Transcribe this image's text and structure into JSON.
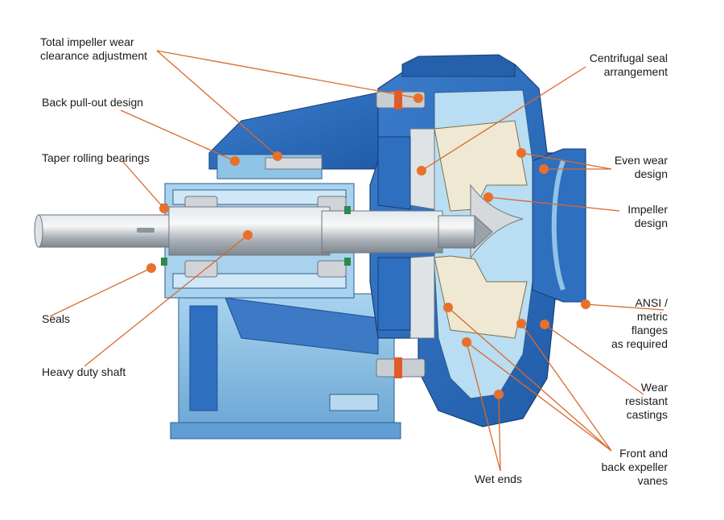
{
  "colors": {
    "pump_blue": "#2f6fbf",
    "pump_blue_dark": "#1f4f94",
    "pump_blue_light": "#8fc4e6",
    "steel": "#c7cdd3",
    "cream": "#efe8d2",
    "callout_orange": "#e8702a",
    "leader_line": "#d9692a"
  },
  "labels": {
    "total_impeller": [
      "Total impeller wear",
      "clearance adjustment"
    ],
    "back_pullout": "Back pull-out design",
    "taper_bearings": "Taper rolling bearings",
    "seals": "Seals",
    "heavy_shaft": "Heavy duty shaft",
    "centrifugal_seal": [
      "Centrifugal seal",
      "arrangement"
    ],
    "even_wear": [
      "Even wear",
      "design"
    ],
    "impeller_design": [
      "Impeller",
      "design"
    ],
    "ansi_flanges": [
      "ANSI /",
      "metric",
      "flanges",
      "as required"
    ],
    "wear_castings": [
      "Wear",
      "resistant",
      "castings"
    ],
    "expeller_vanes": [
      "Front and",
      "back expeller",
      "vanes"
    ],
    "wet_ends": "Wet ends"
  }
}
